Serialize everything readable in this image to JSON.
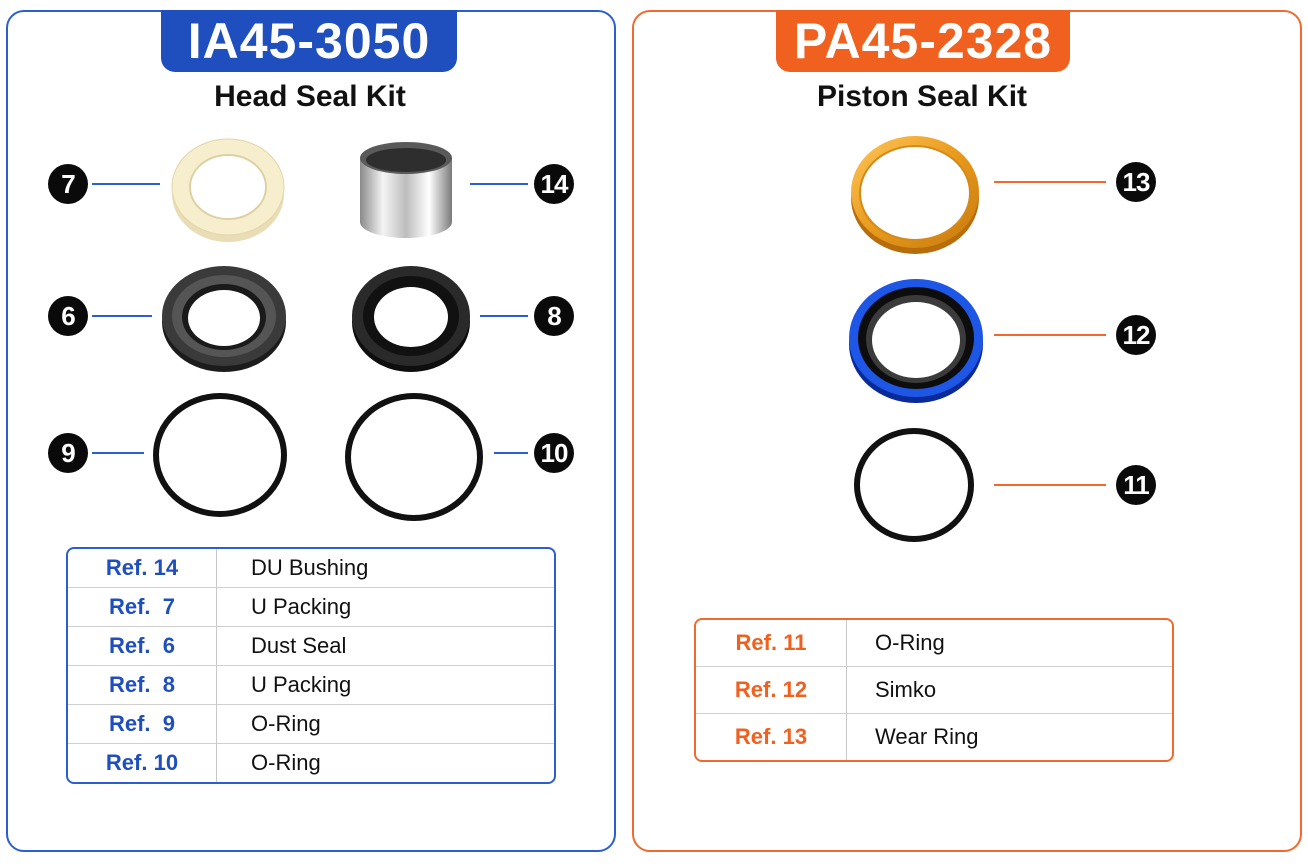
{
  "head_kit": {
    "part_number": "IA45-3050",
    "title": "Head Seal Kit",
    "callouts": [
      "7",
      "14",
      "6",
      "8",
      "9",
      "10"
    ],
    "table": [
      {
        "ref": "Ref. 14",
        "desc": "DU Bushing"
      },
      {
        "ref": "Ref.  7",
        "desc": "U Packing"
      },
      {
        "ref": "Ref.  6",
        "desc": "Dust Seal"
      },
      {
        "ref": "Ref.  8",
        "desc": "U Packing"
      },
      {
        "ref": "Ref.  9",
        "desc": "O-Ring"
      },
      {
        "ref": "Ref. 10",
        "desc": "O-Ring"
      }
    ],
    "accent_color": "#1f4fbf"
  },
  "piston_kit": {
    "part_number": "PA45-2328",
    "title": "Piston Seal Kit",
    "callouts": [
      "13",
      "12",
      "11"
    ],
    "table": [
      {
        "ref": "Ref. 11",
        "desc": "O-Ring"
      },
      {
        "ref": "Ref. 12",
        "desc": "Simko"
      },
      {
        "ref": "Ref. 13",
        "desc": "Wear Ring"
      }
    ],
    "accent_color": "#f0601e"
  },
  "part_icons": [
    "u-packing-ring-icon",
    "du-bushing-icon",
    "dust-seal-icon",
    "u-packing-seal-icon",
    "o-ring-icon",
    "wear-ring-icon",
    "simko-seal-icon"
  ]
}
